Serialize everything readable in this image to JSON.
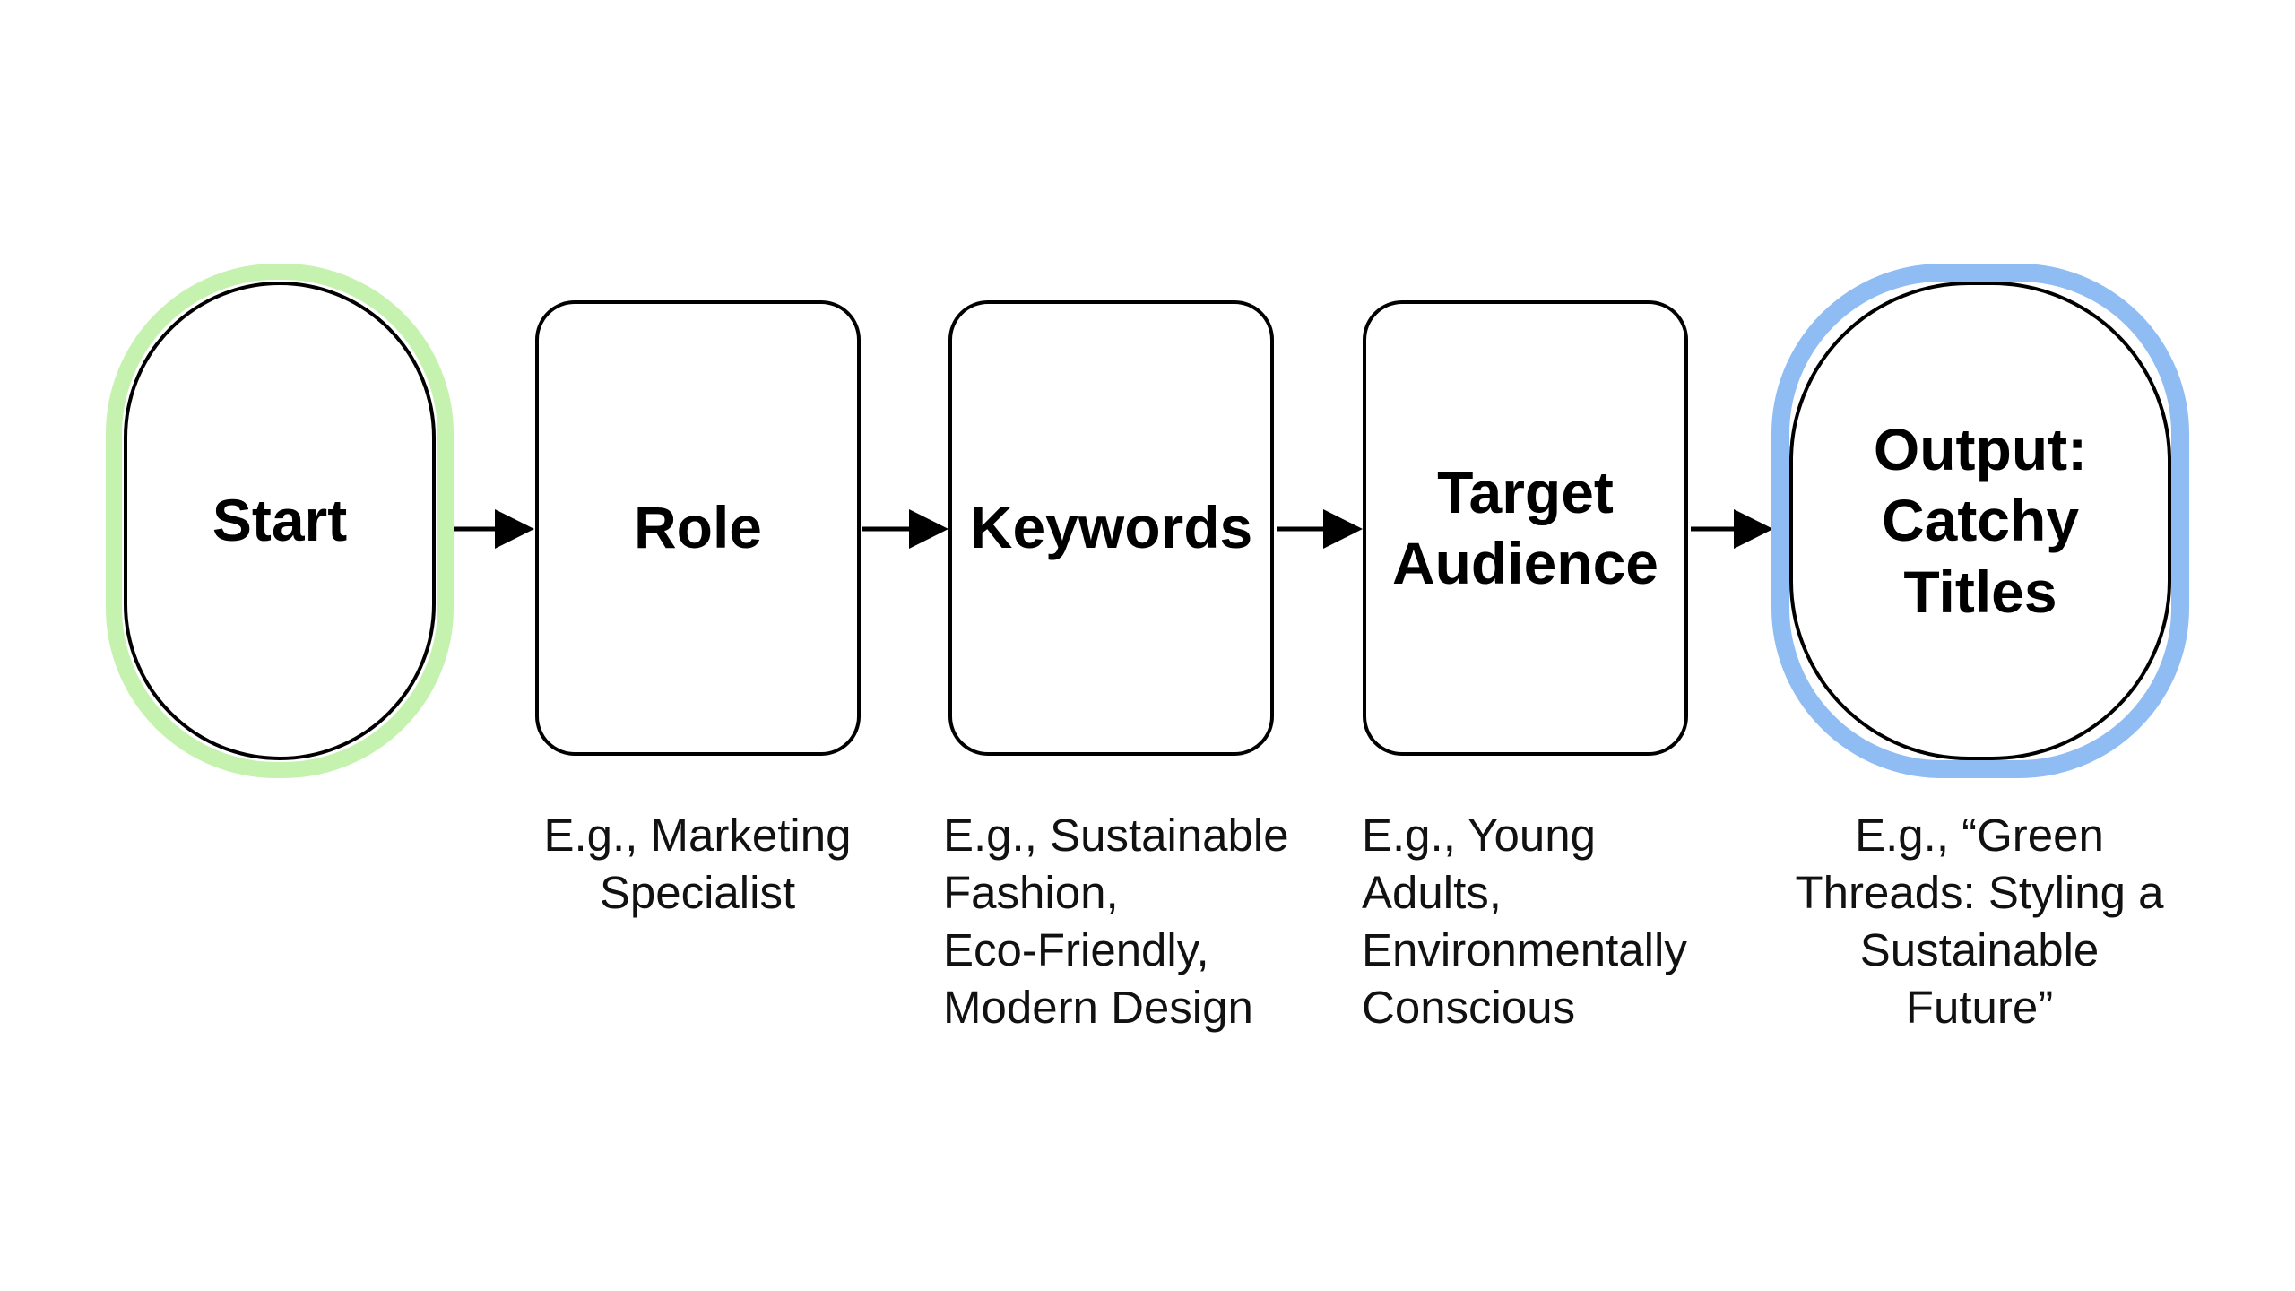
{
  "colors": {
    "start_glow": "#c6f2b0",
    "output_glow": "#8fbcf2",
    "stroke": "#000000",
    "text": "#000000"
  },
  "nodes": {
    "start": {
      "label": "Start",
      "shape": "rounded-terminal",
      "accent": "green"
    },
    "role": {
      "label": "Role",
      "shape": "rounded-rectangle"
    },
    "keywords": {
      "label": "Keywords",
      "shape": "rounded-rectangle"
    },
    "target_audience": {
      "label": "Target\nAudience",
      "shape": "rounded-rectangle"
    },
    "output": {
      "label": "Output:\nCatchy\nTitles",
      "shape": "rounded-terminal",
      "accent": "blue"
    }
  },
  "notes": {
    "role": "E.g., Marketing\nSpecialist",
    "keywords": "E.g., Sustainable\nFashion,\nEco-Friendly,\nModern Design",
    "target_audience": "E.g., Young\nAdults,\nEnvironmentally\nConscious",
    "output": "E.g., “Green\nThreads: Styling a\nSustainable\nFuture”"
  },
  "edges": [
    {
      "from": "start",
      "to": "role"
    },
    {
      "from": "role",
      "to": "keywords"
    },
    {
      "from": "keywords",
      "to": "target_audience"
    },
    {
      "from": "target_audience",
      "to": "output"
    }
  ]
}
